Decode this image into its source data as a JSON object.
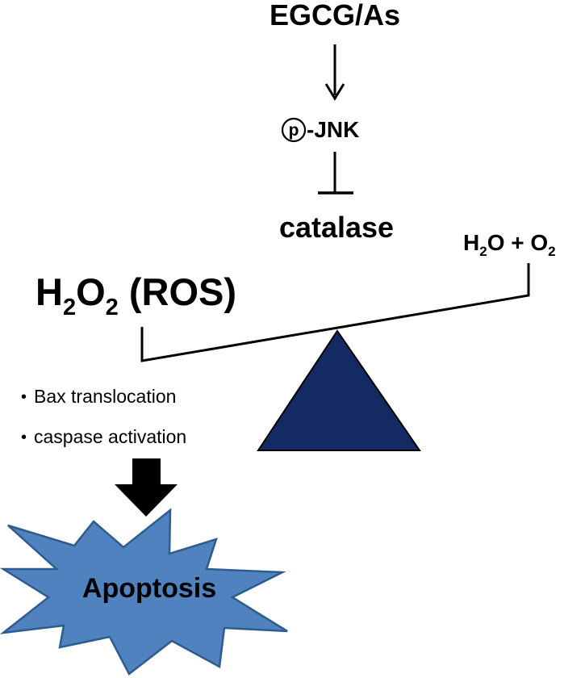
{
  "stimulus": "EGCG/As",
  "phospho_symbol": "p",
  "kinase": "-JNK",
  "enzyme": "catalase",
  "products": {
    "h": "H",
    "two": "2",
    "o_plus_o": "O + O",
    "two_b": "2"
  },
  "ros": {
    "h": "H",
    "two_a": "2",
    "o": "O",
    "two_b": "2",
    "label": " (ROS)"
  },
  "effects": [
    "Bax translocation",
    "caspase activation"
  ],
  "bullet": "•",
  "outcome": "Apoptosis",
  "colors": {
    "fulcrum": "#132a63",
    "burst_fill": "#4f82be",
    "burst_stroke": "#2e5c8e",
    "arrow": "#000000"
  }
}
